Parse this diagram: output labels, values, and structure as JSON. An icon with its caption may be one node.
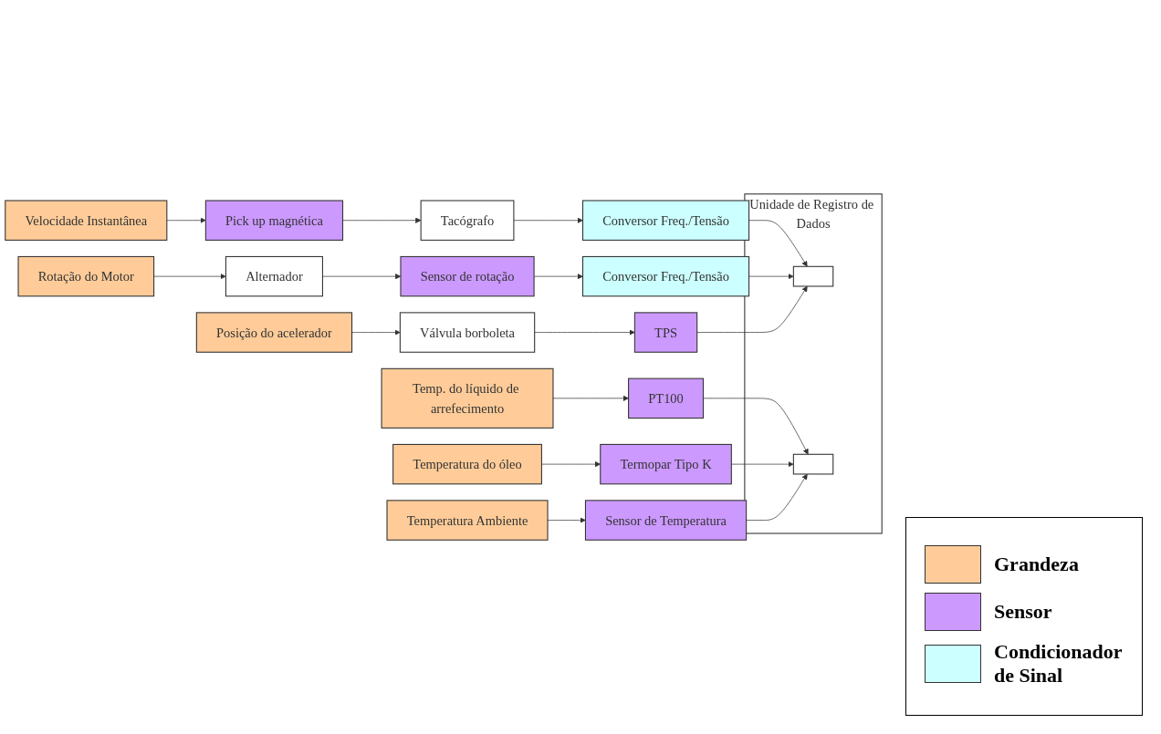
{
  "diagram": {
    "nodes": [
      {
        "text": [
          "Velocidade Instantânea"
        ]
      },
      {
        "text": [
          "Pick up magnética"
        ]
      },
      {
        "text": [
          "Tacógrafo"
        ]
      },
      {
        "text": [
          "Conversor Freq./Tensão"
        ]
      },
      {
        "text": [
          "Rotação do Motor"
        ]
      },
      {
        "text": [
          "Alternador"
        ]
      },
      {
        "text": [
          "Sensor de rotação"
        ]
      },
      {
        "text": [
          "Conversor Freq./Tensão"
        ]
      },
      {
        "text": [
          "Posição do acelerador"
        ]
      },
      {
        "text": [
          "Válvula borboleta"
        ]
      },
      {
        "text": [
          "TPS"
        ]
      },
      {
        "text": [
          "Temp. do líquido de arrefecimento"
        ]
      },
      {
        "text": [
          "PT100"
        ]
      },
      {
        "text": [
          "Temperatura do óleo"
        ]
      },
      {
        "text": [
          "Termopar Tipo K"
        ]
      },
      {
        "text": [
          "Temperatura Ambiente"
        ]
      },
      {
        "text": [
          "Sensor de Temperatura"
        ]
      },
      {
        "text": [
          "Unidade de Registro de Dados"
        ]
      },
      {
        "text": [],
        "shape": "box",
        "in": 17
      },
      {
        "text": [],
        "shape": "box",
        "in": 17
      }
    ],
    "edges": [
      {
        "from": 0,
        "to": 1,
        "arrow": "to"
      },
      {
        "from": 1,
        "to": 2,
        "arrow": "to"
      },
      {
        "from": 2,
        "to": 3,
        "arrow": "to"
      },
      {
        "from": 3,
        "to": 18,
        "arrow": "to"
      },
      {
        "from": 4,
        "to": 5,
        "arrow": "to"
      },
      {
        "from": 5,
        "to": 6,
        "arrow": "to"
      },
      {
        "from": 6,
        "to": 7,
        "arrow": "to"
      },
      {
        "from": 7,
        "to": 18,
        "arrow": "to"
      },
      {
        "from": 8,
        "to": 9,
        "arrow": "to"
      },
      {
        "from": 9,
        "to": 10,
        "arrow": "to"
      },
      {
        "from": 10,
        "to": 18,
        "arrow": "to"
      },
      {
        "from": 11,
        "to": 12,
        "arrow": "to"
      },
      {
        "from": 12,
        "to": 19,
        "arrow": "to"
      },
      {
        "from": 13,
        "to": 14,
        "arrow": "to"
      },
      {
        "from": 14,
        "to": 19,
        "arrow": "to"
      },
      {
        "from": 15,
        "to": 16,
        "arrow": "to"
      },
      {
        "from": 16,
        "to": 19,
        "arrow": "to"
      }
    ],
    "legend": [
      {
        "text": "Grandeza",
        "color": "#ffcc99"
      },
      {
        "text": "Sensor",
        "color": "#cc99ff"
      },
      {
        "text": "Condicionador de Sinal",
        "color": "#ccffff"
      }
    ]
  }
}
